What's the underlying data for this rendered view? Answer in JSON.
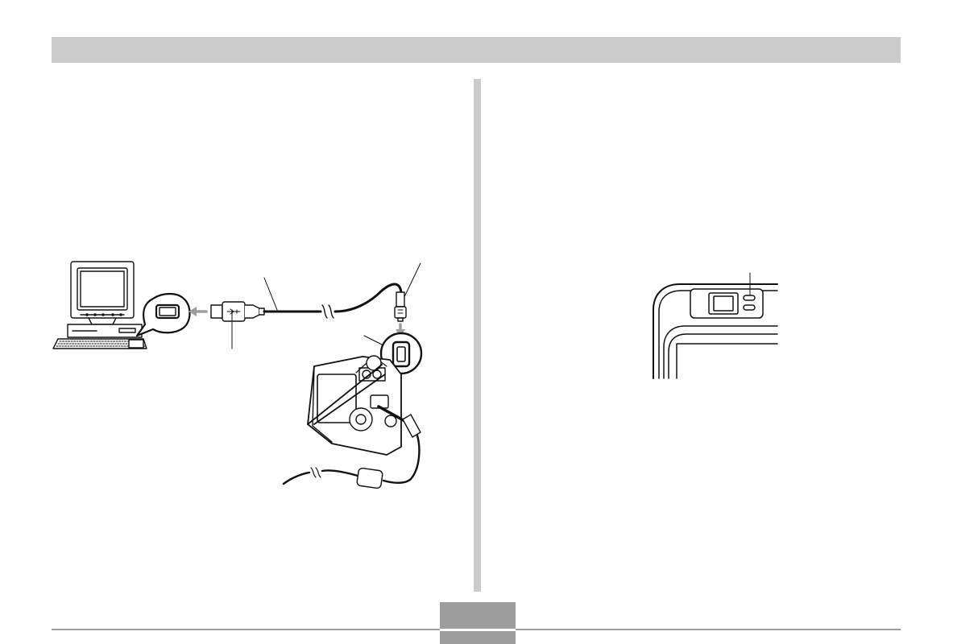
{
  "header": {
    "title": ""
  },
  "figures": [
    {
      "id": "computer-camera-usb-connection",
      "icon": "usb-connection-illustration",
      "labels": []
    },
    {
      "id": "camera-operation-lamp-closeup",
      "icon": "camera-lamp-illustration",
      "labels": []
    }
  ],
  "footer": {
    "page_number": ""
  },
  "colors": {
    "header_bar": "#cbcbcb",
    "divider": "#cbcbcb",
    "footer_rule": "#9e9e9e",
    "page_tab": "#9e9e9e"
  }
}
